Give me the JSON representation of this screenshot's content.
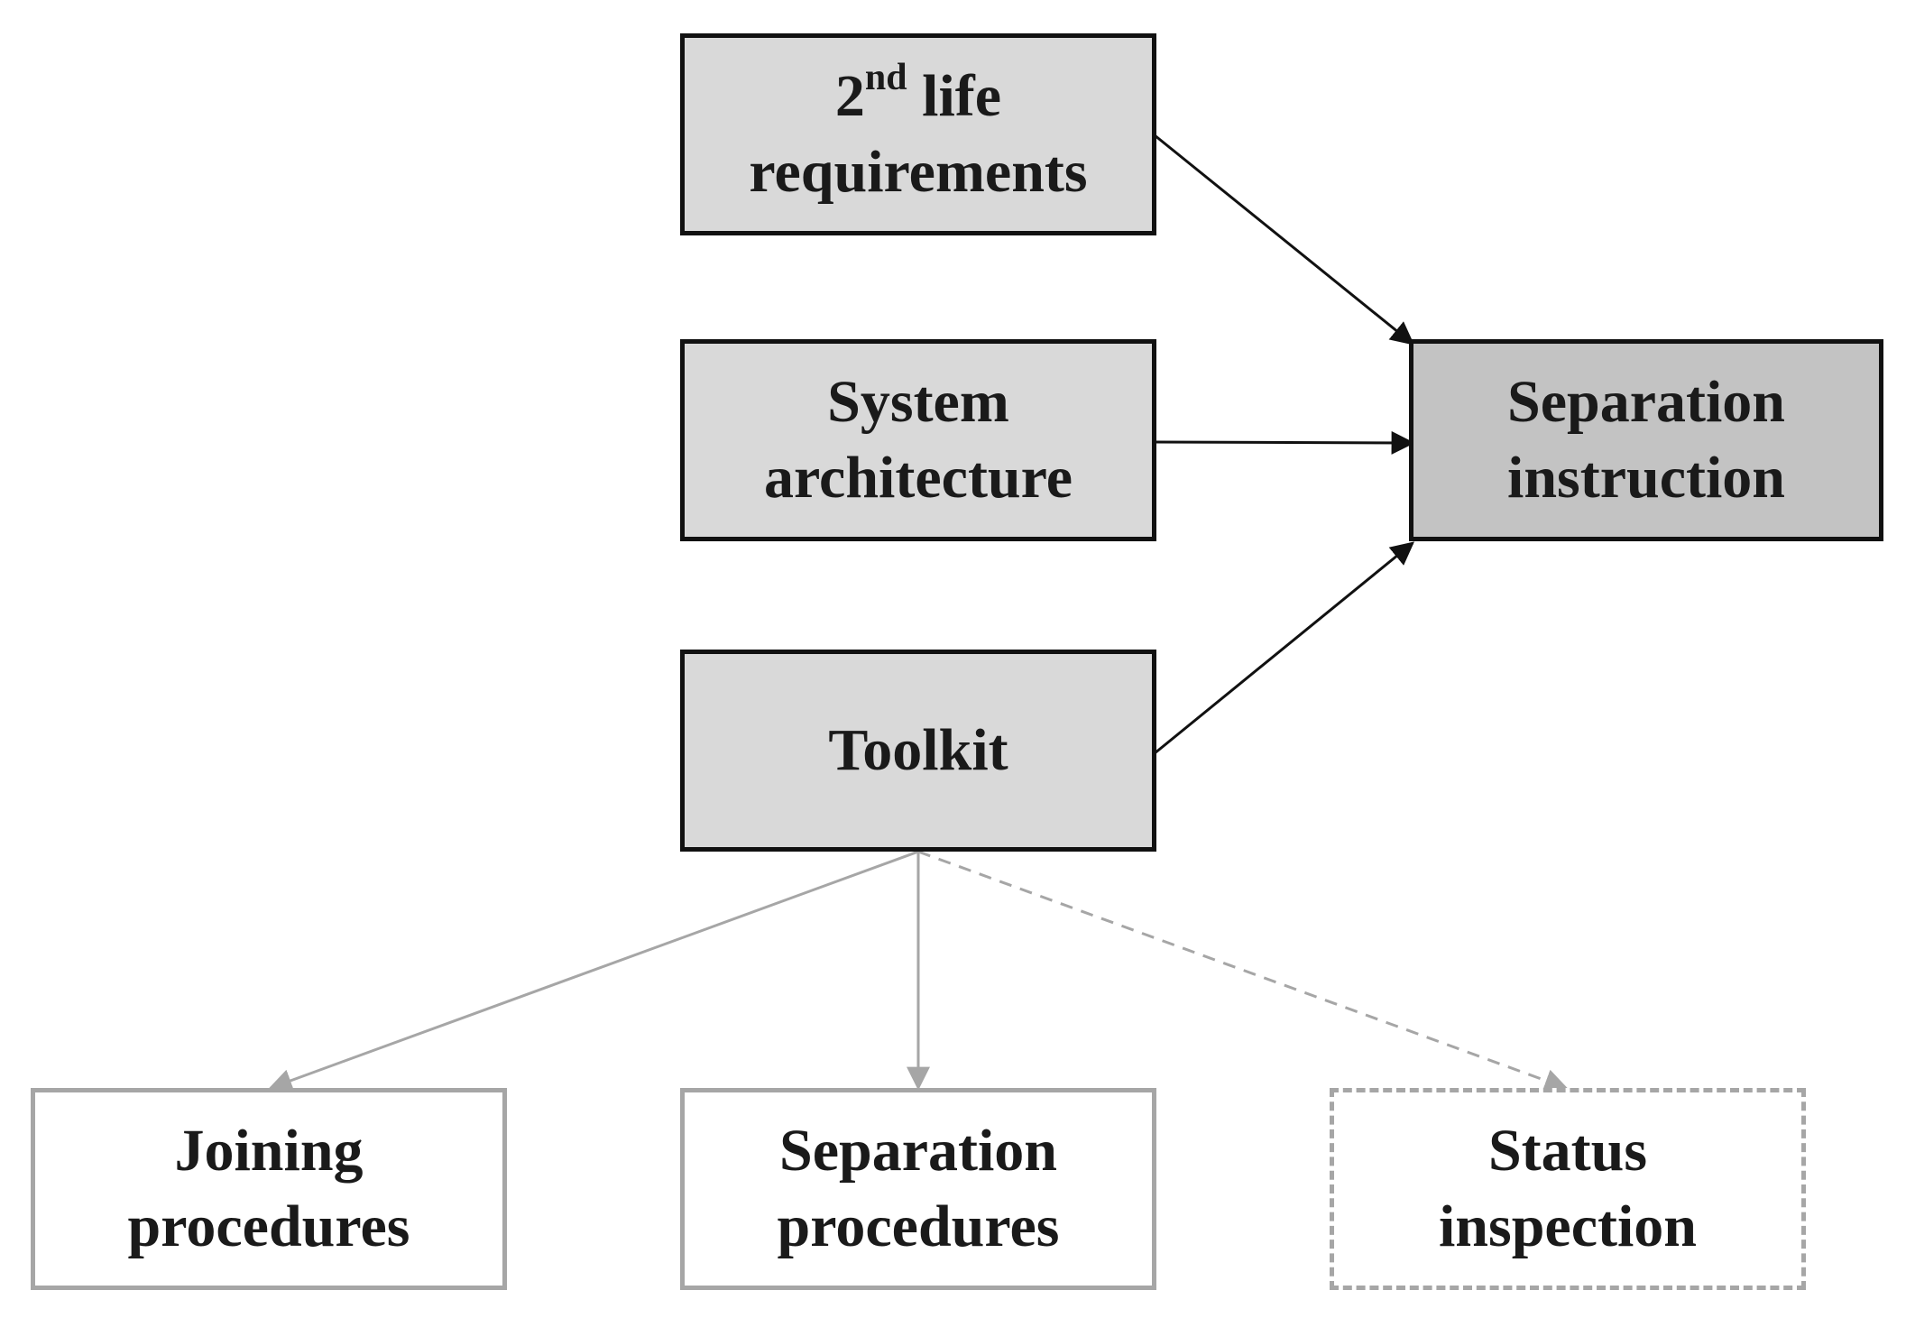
{
  "nodes": {
    "second_life_requirements": {
      "line1_prefix": "2",
      "line1_sup": "nd",
      "line1_suffix": " life",
      "line2": "requirements"
    },
    "system_architecture": {
      "line1": "System",
      "line2": "architecture"
    },
    "toolkit": {
      "line1": "Toolkit"
    },
    "separation_instruction": {
      "line1": "Separation",
      "line2": "instruction"
    },
    "joining_procedures": {
      "line1": "Joining",
      "line2": "procedures"
    },
    "separation_procedures": {
      "line1": "Separation",
      "line2": "procedures"
    },
    "status_inspection": {
      "line1": "Status",
      "line2": "inspection"
    }
  },
  "colors": {
    "input_fill": "#d9d9d9",
    "target_fill": "#c3c3c3",
    "dark_stroke": "#111111",
    "light_stroke": "#a6a6a6"
  }
}
